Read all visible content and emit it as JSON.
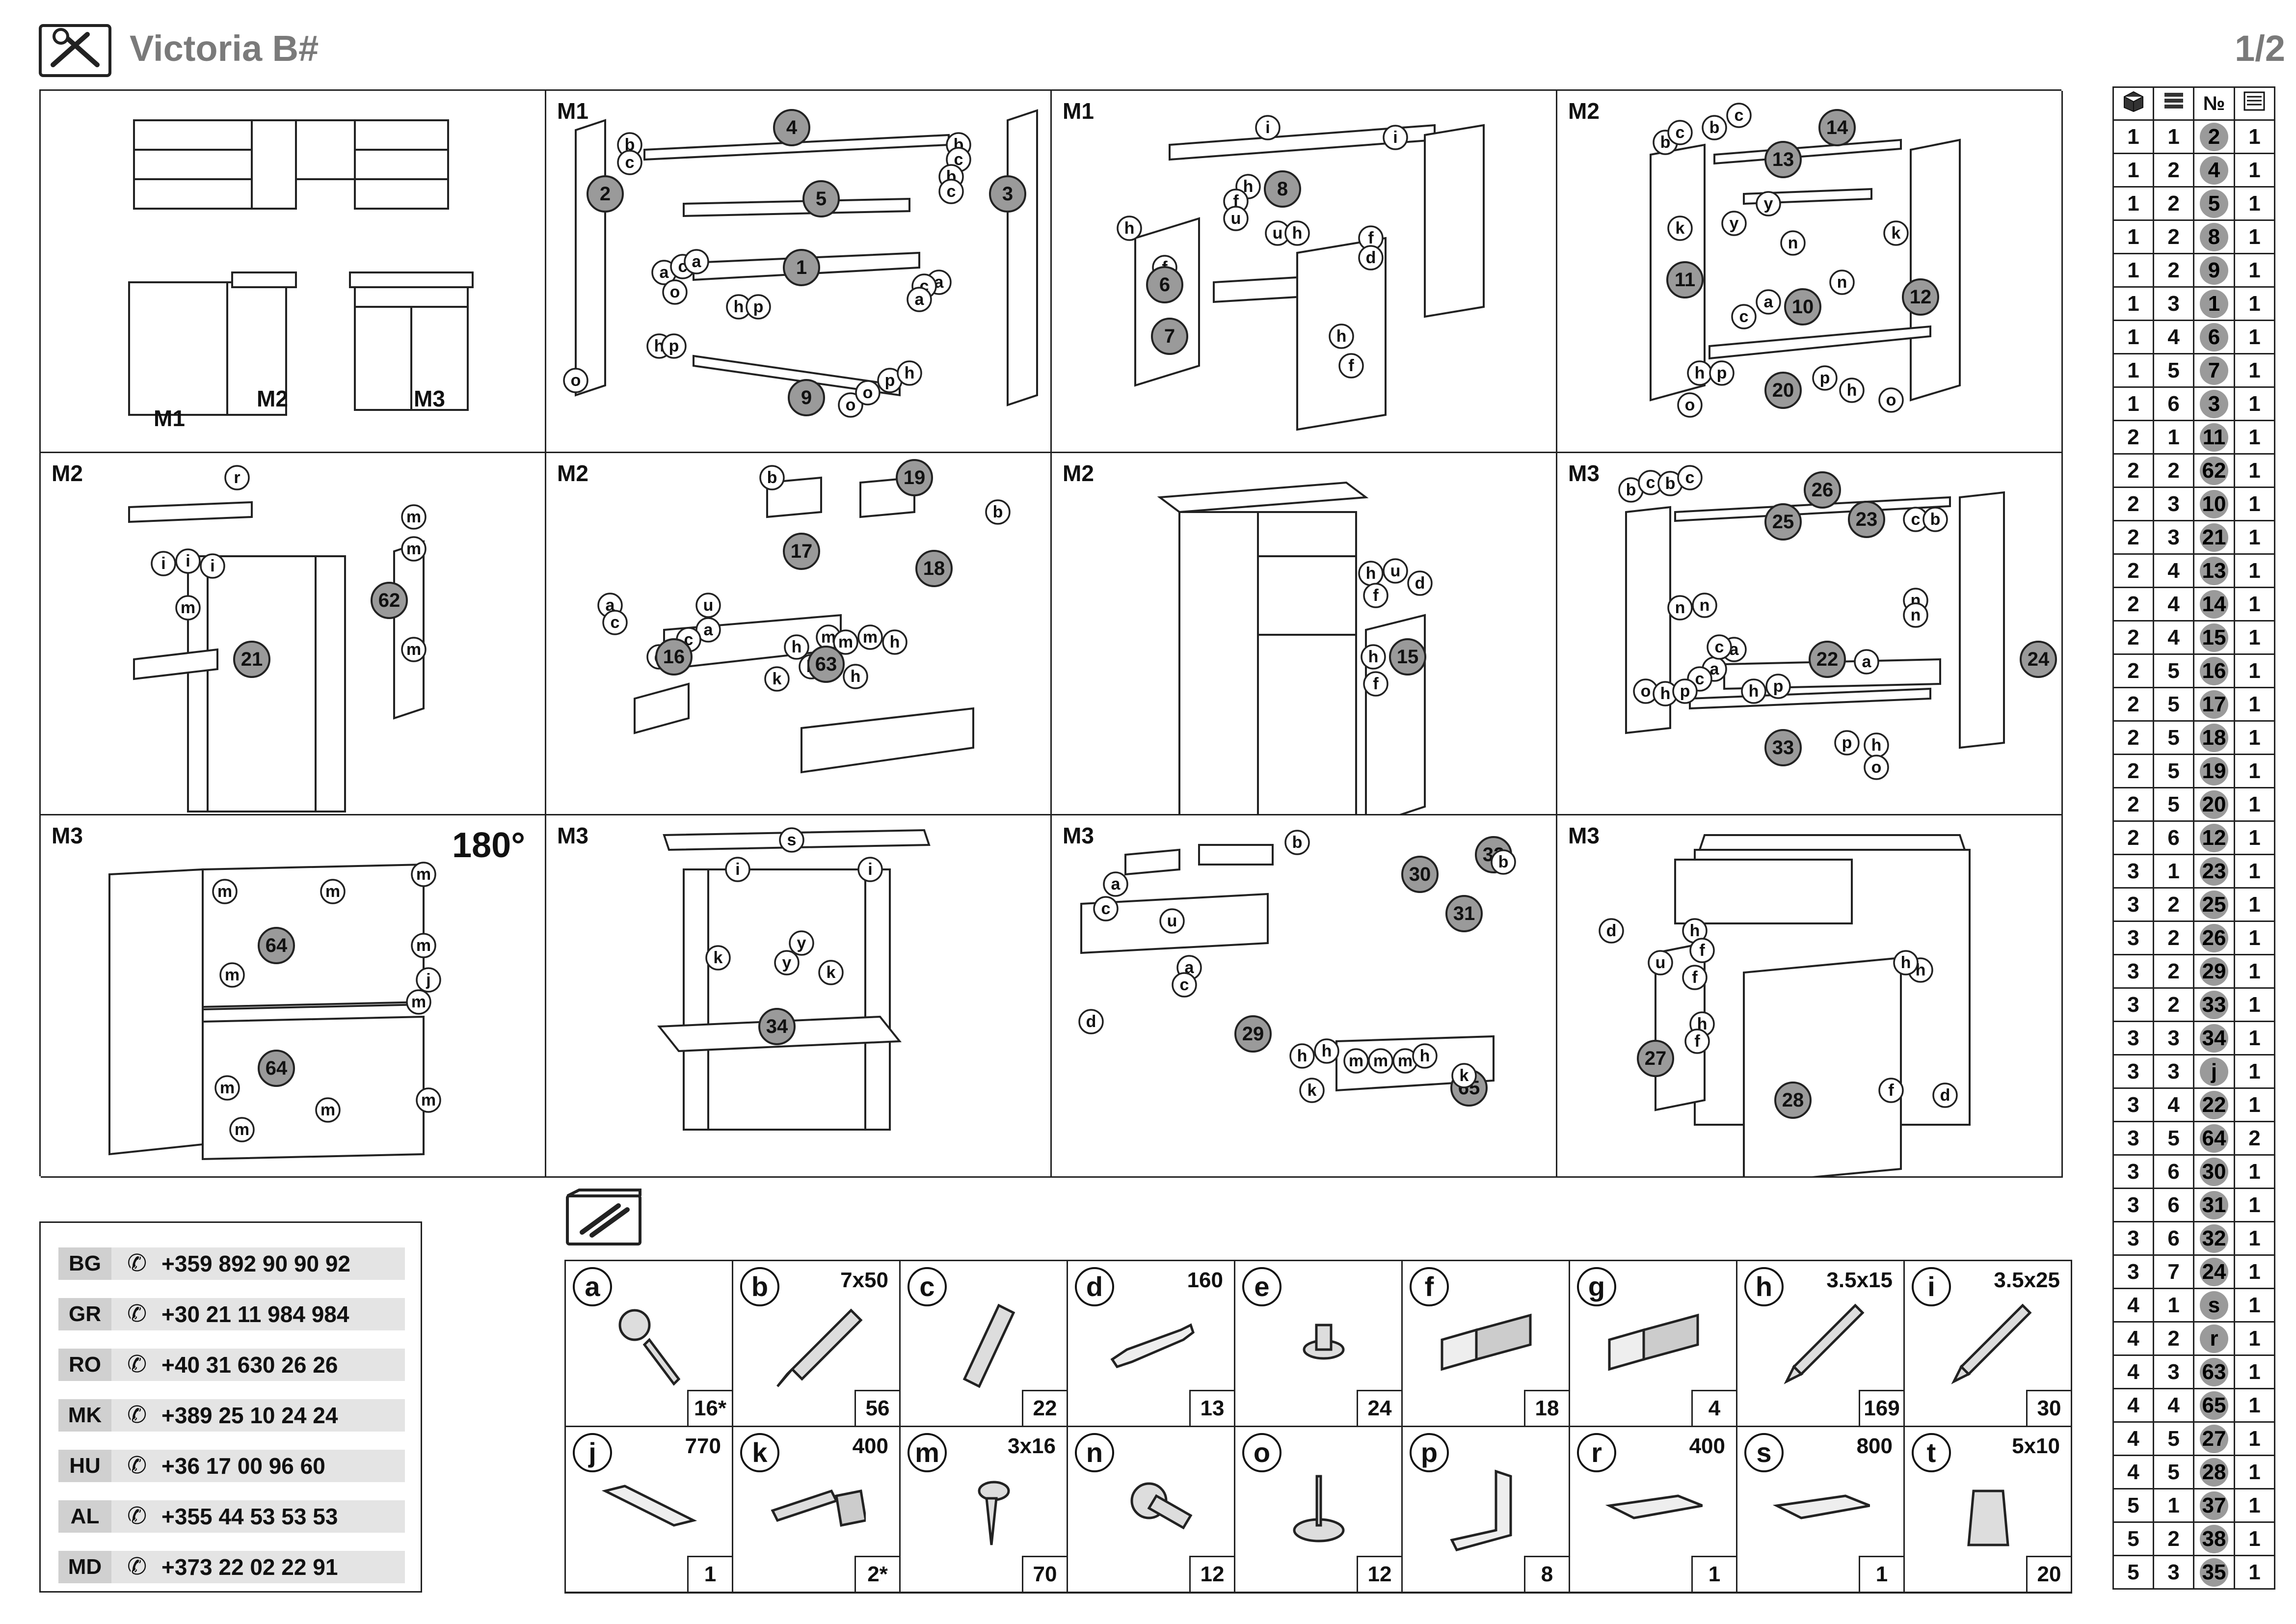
{
  "header": {
    "title": "Victoria B#",
    "page": "1/2"
  },
  "steps": [
    {
      "label": "",
      "items": [],
      "sublabels": [
        "M1",
        "M2",
        "M3"
      ]
    },
    {
      "label": "M1",
      "items": [
        "4",
        "2",
        "3",
        "5",
        "1",
        "9",
        "b",
        "c",
        "b",
        "c",
        "b",
        "c",
        "a",
        "c",
        "a",
        "a",
        "c",
        "a",
        "o",
        "h",
        "p",
        "h",
        "p",
        "p",
        "h",
        "o",
        "o",
        "o"
      ]
    },
    {
      "label": "M1",
      "items": [
        "i",
        "i",
        "8",
        "h",
        "f",
        "u",
        "u",
        "h",
        "f",
        "d",
        "h",
        "f",
        "6",
        "7",
        "h",
        "f"
      ]
    },
    {
      "label": "M2",
      "items": [
        "14",
        "13",
        "11",
        "10",
        "12",
        "20",
        "b",
        "c",
        "b",
        "c",
        "y",
        "k",
        "y",
        "k",
        "n",
        "n",
        "a",
        "c",
        "h",
        "p",
        "o",
        "p",
        "h",
        "o"
      ]
    },
    {
      "label": "M2",
      "items": [
        "r",
        "m",
        "m",
        "i",
        "i",
        "i",
        "m",
        "62",
        "m",
        "21"
      ]
    },
    {
      "label": "M2",
      "items": [
        "b",
        "19",
        "17",
        "18",
        "b",
        "a",
        "u",
        "c",
        "a",
        "c",
        "d",
        "16",
        "h",
        "m",
        "m",
        "m",
        "h",
        "h",
        "k",
        "63",
        "h",
        "k"
      ]
    },
    {
      "label": "M2",
      "items": [
        "h",
        "u",
        "d",
        "f",
        "h",
        "15",
        "f"
      ]
    },
    {
      "label": "M3",
      "items": [
        "b",
        "c",
        "b",
        "c",
        "26",
        "25",
        "c",
        "b",
        "23",
        "24",
        "22",
        "33",
        "n",
        "n",
        "n",
        "n",
        "a",
        "c",
        "a",
        "c",
        "a",
        "o",
        "h",
        "p",
        "h",
        "p",
        "p",
        "h",
        "o"
      ]
    },
    {
      "label": "M3",
      "rotation": "180°",
      "items": [
        "m",
        "m",
        "m",
        "64",
        "m",
        "m",
        "j",
        "m",
        "64",
        "m",
        "m",
        "m",
        "m"
      ]
    },
    {
      "label": "M3",
      "items": [
        "s",
        "i",
        "i",
        "k",
        "y",
        "y",
        "k",
        "34"
      ]
    },
    {
      "label": "M3",
      "items": [
        "b",
        "32",
        "30",
        "31",
        "b",
        "a",
        "c",
        "u",
        "29",
        "a",
        "c",
        "d",
        "h",
        "h",
        "m",
        "m",
        "m",
        "h",
        "k",
        "65",
        "k"
      ]
    },
    {
      "label": "M3",
      "items": [
        "d",
        "h",
        "f",
        "u",
        "f",
        "h",
        "f",
        "27",
        "28",
        "h",
        "d",
        "h",
        "f"
      ]
    }
  ],
  "contacts": [
    {
      "country": "BG",
      "phone": "+359 892 90 90 92"
    },
    {
      "country": "GR",
      "phone": "+30 21 11 984 984"
    },
    {
      "country": "RO",
      "phone": "+40 31 630 26 26"
    },
    {
      "country": "MK",
      "phone": "+389 25 10 24 24"
    },
    {
      "country": "HU",
      "phone": "+36 17 00 96 60"
    },
    {
      "country": "AL",
      "phone": "+355 44 53 53 53"
    },
    {
      "country": "MD",
      "phone": "+373 22 02 22 91"
    }
  ],
  "hardware": [
    {
      "letter": "a",
      "size": "",
      "qty": "16*",
      "icon": "cam-lock-icon"
    },
    {
      "letter": "b",
      "size": "7x50",
      "qty": "56",
      "icon": "confirmat-screw-icon"
    },
    {
      "letter": "c",
      "size": "",
      "qty": "22",
      "icon": "wood-dowel-icon"
    },
    {
      "letter": "d",
      "size": "160",
      "qty": "13",
      "icon": "handle-icon"
    },
    {
      "letter": "e",
      "size": "",
      "qty": "24",
      "icon": "shelf-support-icon"
    },
    {
      "letter": "f",
      "size": "",
      "qty": "18",
      "icon": "hinge-icon"
    },
    {
      "letter": "g",
      "size": "",
      "qty": "4",
      "icon": "hinge-icon"
    },
    {
      "letter": "h",
      "size": "3.5x15",
      "qty": "169",
      "icon": "wood-screw-icon"
    },
    {
      "letter": "i",
      "size": "3.5x25",
      "qty": "30",
      "icon": "wood-screw-icon"
    },
    {
      "letter": "j",
      "size": "770",
      "qty": "1",
      "icon": "profile-strip-icon"
    },
    {
      "letter": "k",
      "size": "400",
      "qty": "2*",
      "icon": "drawer-runner-icon"
    },
    {
      "letter": "m",
      "size": "3x16",
      "qty": "70",
      "icon": "washer-screw-icon"
    },
    {
      "letter": "n",
      "size": "",
      "qty": "12",
      "icon": "shelf-pin-icon"
    },
    {
      "letter": "o",
      "size": "",
      "qty": "12",
      "icon": "furniture-glide-icon"
    },
    {
      "letter": "p",
      "size": "",
      "qty": "8",
      "icon": "angle-bracket-icon"
    },
    {
      "letter": "r",
      "size": "400",
      "qty": "1",
      "icon": "worktop-icon"
    },
    {
      "letter": "s",
      "size": "800",
      "qty": "1",
      "icon": "worktop-icon"
    },
    {
      "letter": "t",
      "size": "5x10",
      "qty": "20",
      "icon": "plastic-plug-icon"
    }
  ],
  "parts_table": {
    "headers": [
      "box-icon",
      "stack-icon",
      "№",
      "qty-icon"
    ],
    "rows": [
      [
        "1",
        "1",
        "2",
        "1"
      ],
      [
        "1",
        "2",
        "4",
        "1"
      ],
      [
        "1",
        "2",
        "5",
        "1"
      ],
      [
        "1",
        "2",
        "8",
        "1"
      ],
      [
        "1",
        "2",
        "9",
        "1"
      ],
      [
        "1",
        "3",
        "1",
        "1"
      ],
      [
        "1",
        "4",
        "6",
        "1"
      ],
      [
        "1",
        "5",
        "7",
        "1"
      ],
      [
        "1",
        "6",
        "3",
        "1"
      ],
      [
        "2",
        "1",
        "11",
        "1"
      ],
      [
        "2",
        "2",
        "62",
        "1"
      ],
      [
        "2",
        "3",
        "10",
        "1"
      ],
      [
        "2",
        "3",
        "21",
        "1"
      ],
      [
        "2",
        "4",
        "13",
        "1"
      ],
      [
        "2",
        "4",
        "14",
        "1"
      ],
      [
        "2",
        "4",
        "15",
        "1"
      ],
      [
        "2",
        "5",
        "16",
        "1"
      ],
      [
        "2",
        "5",
        "17",
        "1"
      ],
      [
        "2",
        "5",
        "18",
        "1"
      ],
      [
        "2",
        "5",
        "19",
        "1"
      ],
      [
        "2",
        "5",
        "20",
        "1"
      ],
      [
        "2",
        "6",
        "12",
        "1"
      ],
      [
        "3",
        "1",
        "23",
        "1"
      ],
      [
        "3",
        "2",
        "25",
        "1"
      ],
      [
        "3",
        "2",
        "26",
        "1"
      ],
      [
        "3",
        "2",
        "29",
        "1"
      ],
      [
        "3",
        "2",
        "33",
        "1"
      ],
      [
        "3",
        "3",
        "34",
        "1"
      ],
      [
        "3",
        "3",
        "j",
        "1"
      ],
      [
        "3",
        "4",
        "22",
        "1"
      ],
      [
        "3",
        "5",
        "64",
        "2"
      ],
      [
        "3",
        "6",
        "30",
        "1"
      ],
      [
        "3",
        "6",
        "31",
        "1"
      ],
      [
        "3",
        "6",
        "32",
        "1"
      ],
      [
        "3",
        "7",
        "24",
        "1"
      ],
      [
        "4",
        "1",
        "s",
        "1"
      ],
      [
        "4",
        "2",
        "r",
        "1"
      ],
      [
        "4",
        "3",
        "63",
        "1"
      ],
      [
        "4",
        "4",
        "65",
        "1"
      ],
      [
        "4",
        "5",
        "27",
        "1"
      ],
      [
        "4",
        "5",
        "28",
        "1"
      ],
      [
        "5",
        "1",
        "37",
        "1"
      ],
      [
        "5",
        "2",
        "38",
        "1"
      ],
      [
        "5",
        "3",
        "35",
        "1"
      ]
    ]
  }
}
